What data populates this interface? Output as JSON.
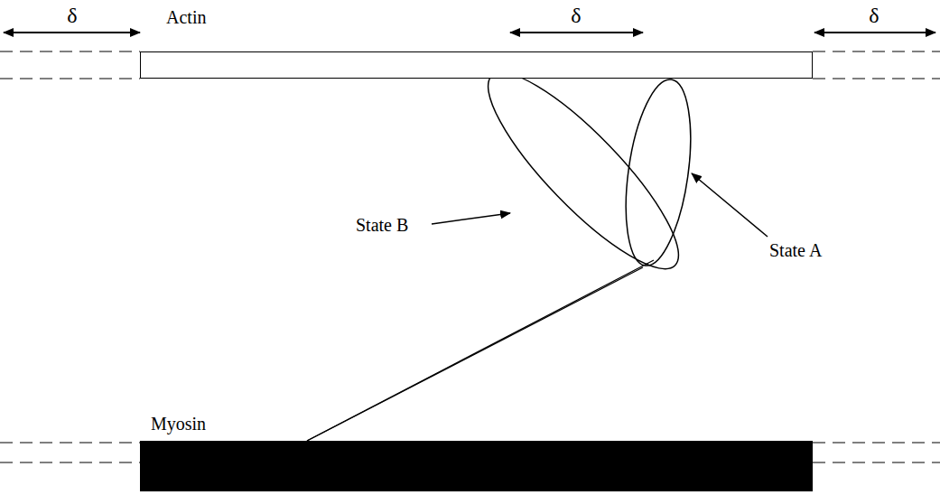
{
  "diagram": {
    "nodes": [
      {
        "text": [
          "Actin"
        ]
      },
      {
        "text": [
          "Myosin"
        ]
      }
    ],
    "labels": [
      "δ",
      "δ",
      "δ",
      "State B",
      "State A"
    ]
  }
}
